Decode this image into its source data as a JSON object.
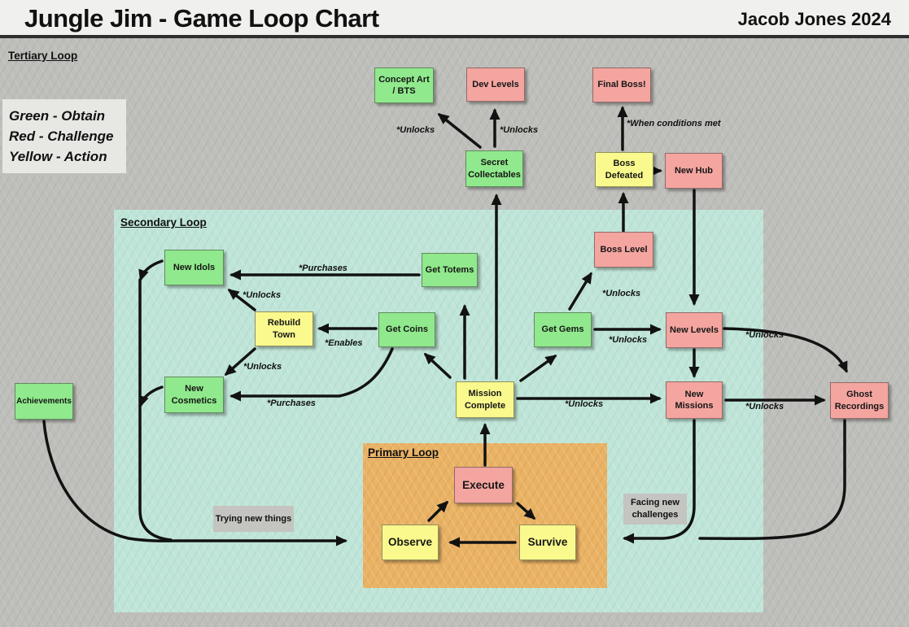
{
  "header": {
    "title": "Jungle Jim - Game Loop Chart",
    "author": "Jacob Jones 2024"
  },
  "loops": {
    "tertiary": "Tertiary Loop",
    "secondary": "Secondary Loop",
    "primary": "Primary Loop"
  },
  "legend": {
    "lines": [
      "Green - Obtain",
      "Red - Challenge",
      "Yellow - Action"
    ]
  },
  "colors": {
    "obtain_green": "#90e98c",
    "challenge_red": "#f4a5a0",
    "action_yellow": "#f9f98d",
    "secondary_loop_bg": "#bfe5d8",
    "primary_loop_bg": "#eab263",
    "canvas_bg": "#bebeba",
    "note_gray": "#c4c4c1"
  },
  "nodes": {
    "concept_art": {
      "label": "Concept Art\n/ BTS",
      "color": "green"
    },
    "dev_levels": {
      "label": "Dev Levels",
      "color": "red"
    },
    "final_boss": {
      "label": "Final Boss!",
      "color": "red"
    },
    "secret_collectables": {
      "label": "Secret\nCollectables",
      "color": "green"
    },
    "boss_defeated": {
      "label": "Boss\nDefeated",
      "color": "yellow"
    },
    "new_hub": {
      "label": "New Hub",
      "color": "red"
    },
    "boss_level": {
      "label": "Boss Level",
      "color": "red"
    },
    "new_idols": {
      "label": "New Idols",
      "color": "green"
    },
    "get_totems": {
      "label": "Get Totems",
      "color": "green"
    },
    "rebuild_town": {
      "label": "Rebuild\nTown",
      "color": "yellow"
    },
    "get_coins": {
      "label": "Get Coins",
      "color": "green"
    },
    "get_gems": {
      "label": "Get Gems",
      "color": "green"
    },
    "new_levels": {
      "label": "New Levels",
      "color": "red"
    },
    "new_cosmetics": {
      "label": "New\nCosmetics",
      "color": "green"
    },
    "mission_complete": {
      "label": "Mission\nComplete",
      "color": "yellow"
    },
    "new_missions": {
      "label": "New\nMissions",
      "color": "red"
    },
    "ghost_recordings": {
      "label": "Ghost\nRecordings",
      "color": "red"
    },
    "achievements": {
      "label": "Achievements",
      "color": "green"
    },
    "execute": {
      "label": "Execute",
      "color": "red"
    },
    "observe": {
      "label": "Observe",
      "color": "yellow"
    },
    "survive": {
      "label": "Survive",
      "color": "yellow"
    }
  },
  "annotations": {
    "unlocks_concept_art": "*Unlocks",
    "unlocks_dev_levels": "*Unlocks",
    "when_conditions_met": "*When conditions met",
    "purchases_new_idols": "*Purchases",
    "unlocks_new_idols": "*Unlocks",
    "enables_rebuild_town": "*Enables",
    "unlocks_new_cosmetics": "*Unlocks",
    "purchases_new_cosmetics": "*Purchases",
    "unlocks_boss_level": "*Unlocks",
    "unlocks_new_levels": "*Unlocks",
    "unlocks_new_missions": "*Unlocks",
    "unlocks_ghost_recordings_upper": "*Unlocks",
    "unlocks_ghost_recordings_lower": "*Unlocks",
    "trying_new_things": "Trying new things",
    "facing_new_challenges": "Facing new\nchallenges"
  }
}
